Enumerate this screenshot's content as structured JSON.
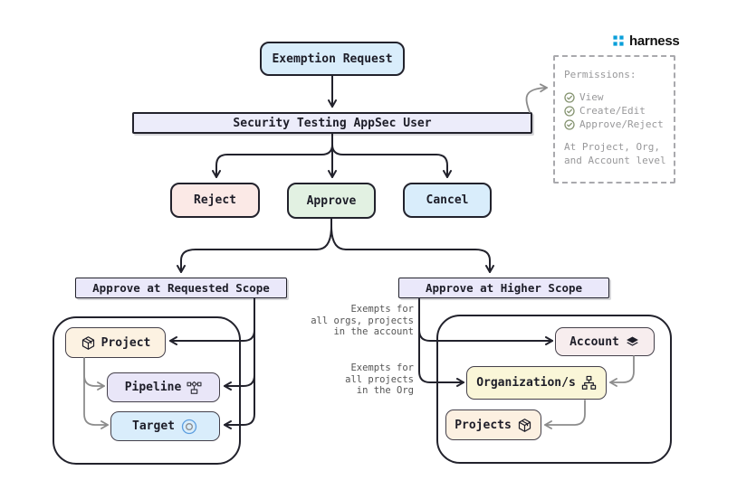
{
  "brand": {
    "name": "harness",
    "logo_color": "#0a9fd9"
  },
  "flow": {
    "exemption_request": "Exemption Request",
    "appsec_user": "Security Testing AppSec User",
    "reject": "Reject",
    "approve": "Approve",
    "cancel": "Cancel",
    "requested_scope": {
      "title": "Approve at Requested Scope",
      "project": "Project",
      "pipeline": "Pipeline",
      "target": "Target"
    },
    "higher_scope": {
      "title": "Approve at Higher Scope",
      "account": "Account",
      "organizations": "Organization/s",
      "projects": "Projects"
    }
  },
  "permissions_panel": {
    "title": "Permissions:",
    "items": [
      "View",
      "Create/Edit",
      "Approve/Reject"
    ],
    "footer": [
      "At Project, Org,",
      "and Account level"
    ]
  },
  "annotations": {
    "account_note": [
      "Exempts for",
      "all orgs, projects",
      "in the account"
    ],
    "org_note": [
      "Exempts for",
      "all projects",
      "in the Org"
    ]
  },
  "icons": {
    "project": "cube-icon",
    "pipeline": "pipeline-graph-icon",
    "target": "target-icon",
    "account": "layers-icon",
    "organizations": "org-chart-icon",
    "projects": "cube-icon",
    "permission_item": "check-circle-icon",
    "brand": "harness-logo-icon"
  },
  "colors": {
    "node_blue": "#d9edfb",
    "node_lavender": "#ececfa",
    "node_red": "#fbe9e6",
    "node_green": "#e2f1e2",
    "node_cream": "#fcf2e2",
    "node_yellow": "#faf6d8",
    "node_pink": "#f7edee",
    "brand_blue": "#0a9fd9",
    "check_green": "#84936f",
    "arrow_dark": "#22222c",
    "arrow_gray": "#8c8c8c",
    "note_gray": "#555555",
    "panel_gray": "#98989a"
  }
}
